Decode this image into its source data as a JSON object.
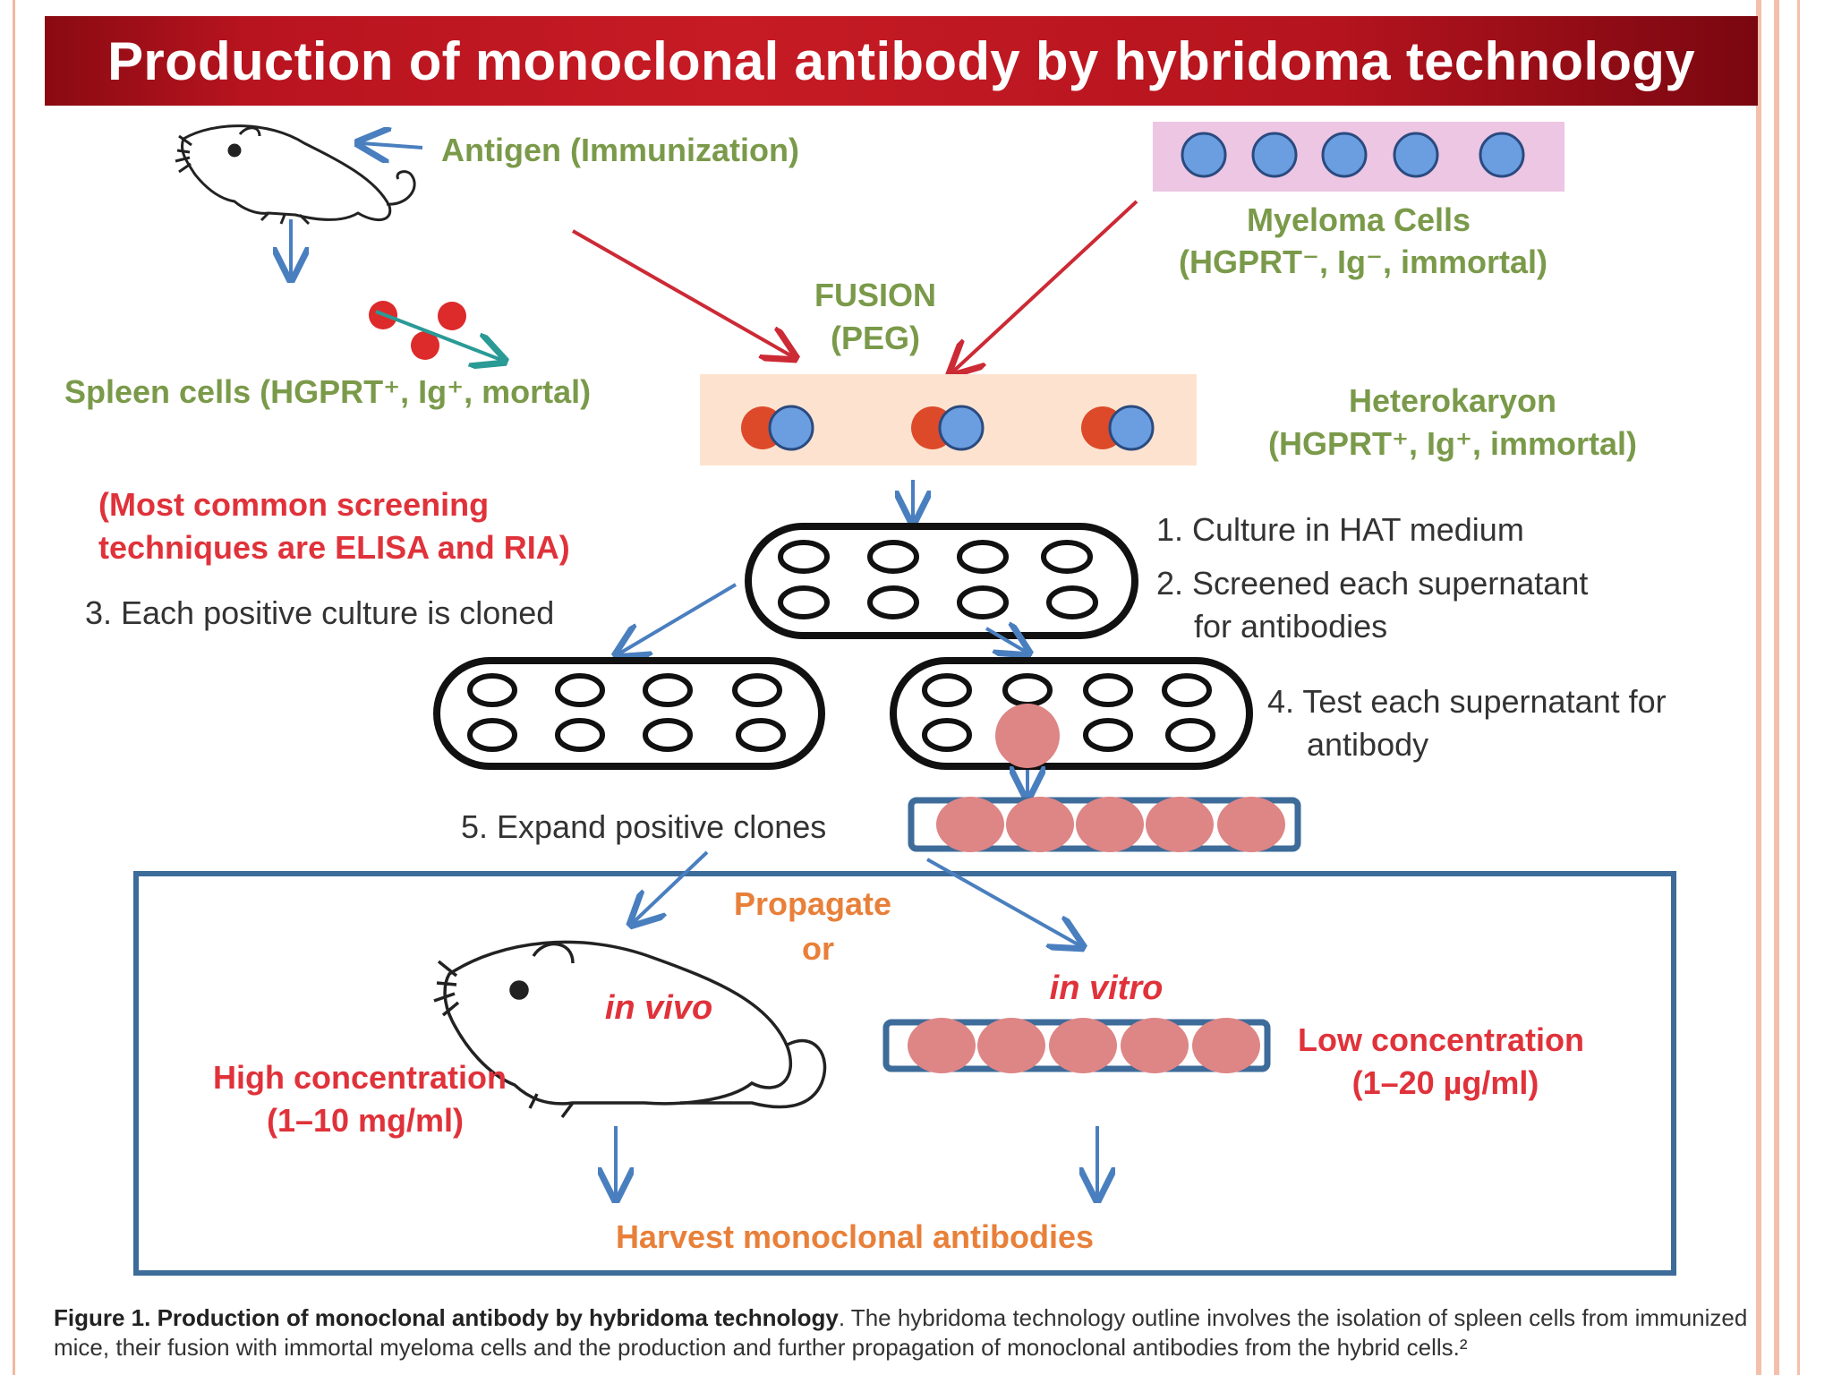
{
  "title": "Production of monoclonal antibody by hybridoma technology",
  "labels": {
    "antigen": "Antigen (Immunization)",
    "myeloma_1": "Myeloma Cells",
    "myeloma_2": "(HGPRT⁻, Ig⁻, immortal)",
    "fusion_1": "FUSION",
    "fusion_2": "(PEG)",
    "spleen": "Spleen cells (HGPRT⁺, Ig⁺, mortal)",
    "heterokaryon_1": "Heterokaryon",
    "heterokaryon_2": "(HGPRT⁺, Ig⁺, immortal)",
    "screening_1": "(Most common screening",
    "screening_2": "techniques are ELISA and RIA)",
    "step1": "1. Culture in HAT medium",
    "step2a": "2. Screened each supernatant",
    "step2b": "for antibodies",
    "step3": "3. Each positive culture is cloned",
    "step4a": "4. Test each supernatant for",
    "step4b": "antibody",
    "step5": "5. Expand positive clones",
    "propagate_1": "Propagate",
    "propagate_2": "or",
    "in_vivo": "in vivo",
    "in_vitro": "in vitro",
    "high_1": "High concentration",
    "high_2": "(1–10 mg/ml)",
    "low_1": "Low concentration",
    "low_2": "(1–20 µg/ml)",
    "harvest": "Harvest monoclonal antibodies"
  },
  "caption": {
    "bold": "Figure 1. Production of monoclonal antibody by hybridoma technology",
    "text": ". The hybridoma technology outline involves the isolation of spleen cells from immunized mice, their fusion with immortal myeloma cells and the production and further propagation of monoclonal antibodies from the hybrid cells.²"
  },
  "colors": {
    "green_text": "#7a9a4a",
    "red_text": "#e0323a",
    "orange_text": "#e8803a",
    "blue_arrow": "#4a7fbf",
    "red_arrow": "#cc2a35",
    "teal_arrow": "#2a9a96",
    "myeloma_cell": "#6a9ee0",
    "spleen_cell": "#dd2a2a",
    "clone_cell": "#de8585",
    "plate_outline": "#111111",
    "box_outline": "#3d6b9a",
    "myeloma_bg": "#ecc6e3",
    "hetero_bg": "#fde3cf"
  }
}
